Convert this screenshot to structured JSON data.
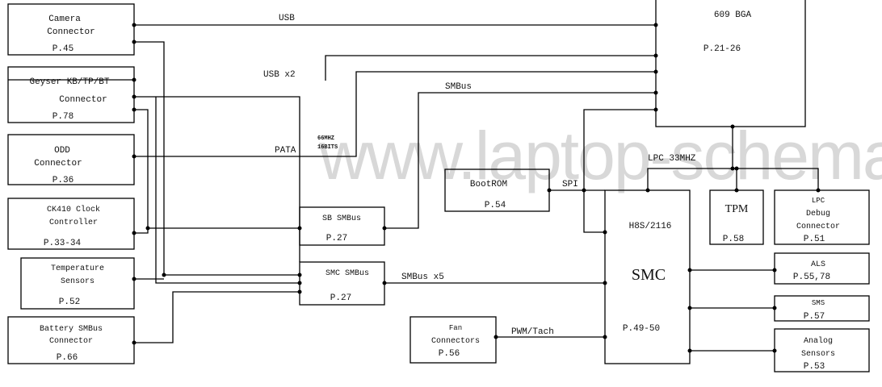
{
  "watermark": "www.laptop-schematics.com",
  "blocks": {
    "camera": {
      "line1": "Camera",
      "line2": "Connector",
      "page": "P.45"
    },
    "geyser": {
      "line1": "Geyser KB/TP/BT",
      "line2": "Connector",
      "page": "P.78"
    },
    "odd": {
      "line1": "ODD",
      "line2": "Connector",
      "page": "P.36"
    },
    "ck410": {
      "line1": "CK410 Clock",
      "line2": "Controller",
      "page": "P.33-34"
    },
    "temperature": {
      "line1": "Temperature",
      "line2": "Sensors",
      "page": "P.52"
    },
    "battery": {
      "line1": "Battery SMBus",
      "line2": "Connector",
      "page": "P.66"
    },
    "sb_smbus": {
      "line1": "SB SMBus",
      "page": "P.27"
    },
    "smc_smbus": {
      "line1": "SMC SMBus",
      "page": "P.27"
    },
    "bga": {
      "line1": "609 BGA",
      "page": "P.21-26"
    },
    "bootrom": {
      "line1": "BootROM",
      "page": "P.54"
    },
    "smc": {
      "chip": "H8S/2116",
      "name": "SMC",
      "page": "P.49-50"
    },
    "tpm": {
      "line1": "TPM",
      "page": "P.58"
    },
    "lpc_debug": {
      "line1": "LPC",
      "line2": "Debug",
      "line3": "Connector",
      "page": "P.51"
    },
    "als": {
      "line1": "ALS",
      "page": "P.55,78"
    },
    "sms": {
      "line1": "SMS",
      "page": "P.57"
    },
    "analog": {
      "line1": "Analog",
      "line2": "Sensors",
      "page": "P.53"
    },
    "fan": {
      "line1": "Fan",
      "line2": "Connectors",
      "page": "P.56"
    }
  },
  "buses": {
    "usb": "USB",
    "usb_x2": "USB x2",
    "smbus": "SMBus",
    "pata": "PATA",
    "pata_speed": "66MHZ",
    "pata_width": "16BITS",
    "lpc": "LPC 33MHZ",
    "spi": "SPI",
    "smbus_x5": "SMBus x5",
    "pwm": "PWM/Tach"
  }
}
